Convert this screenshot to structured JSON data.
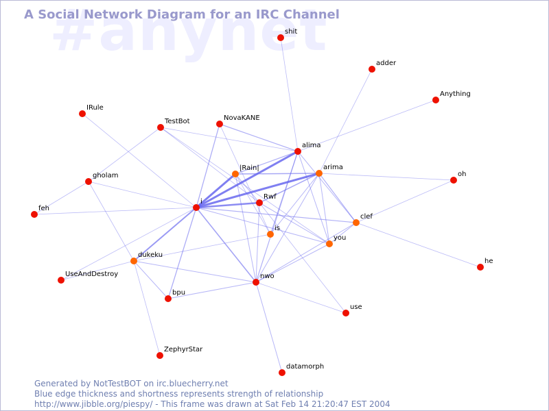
{
  "header": {
    "watermark": "#anynet",
    "title": "A Social Network Diagram for an IRC Channel"
  },
  "footer": {
    "line1": "Generated by NotTestBOT on irc.bluecherry.net",
    "line2": "Blue edge thickness and shortness represents strength of relationship",
    "line3": "http://www.jibble.org/piespy/ - This frame was drawn at Sat Feb 14 21:20:47 EST 2004"
  },
  "colors": {
    "edge": "#6666ee",
    "node_default": "#ee1100",
    "node_active": "#ff6600",
    "title": "#9999cc",
    "watermark": "#eeeeff",
    "footer_text": "#6f7fb0"
  },
  "graph": {
    "nodes": [
      {
        "id": "shit",
        "label": "shit",
        "active": false
      },
      {
        "id": "adder",
        "label": "adder",
        "active": false
      },
      {
        "id": "Anything",
        "label": "Anything",
        "active": false
      },
      {
        "id": "IRule",
        "label": "IRule",
        "active": false
      },
      {
        "id": "TestBot",
        "label": "TestBot",
        "active": false
      },
      {
        "id": "NovaKANE",
        "label": "NovaKANE",
        "active": false
      },
      {
        "id": "alima",
        "label": "alima",
        "active": false
      },
      {
        "id": "Rain",
        "label": "|Rain|",
        "active": true
      },
      {
        "id": "arima",
        "label": "arima",
        "active": true
      },
      {
        "id": "oh",
        "label": "oh",
        "active": false
      },
      {
        "id": "gholam",
        "label": "gholam",
        "active": false
      },
      {
        "id": "feh",
        "label": "feh",
        "active": false
      },
      {
        "id": "i",
        "label": "i",
        "active": false
      },
      {
        "id": "Rwf",
        "label": "Rwf",
        "active": false
      },
      {
        "id": "clef",
        "label": "clef",
        "active": true
      },
      {
        "id": "is",
        "label": "is",
        "active": true
      },
      {
        "id": "you",
        "label": "you",
        "active": true
      },
      {
        "id": "dukeku",
        "label": "dukeku",
        "active": true
      },
      {
        "id": "UseAndDestroy",
        "label": "UseAndDestroy",
        "active": false
      },
      {
        "id": "he",
        "label": "he",
        "active": false
      },
      {
        "id": "nwo",
        "label": "nwo",
        "active": false
      },
      {
        "id": "bpu",
        "label": "bpu",
        "active": false
      },
      {
        "id": "use",
        "label": "use",
        "active": false
      },
      {
        "id": "ZephyrStar",
        "label": "ZephyrStar",
        "active": false
      },
      {
        "id": "datamorph",
        "label": "datamorph",
        "active": false
      }
    ],
    "edges": [
      {
        "from": "i",
        "to": "alima",
        "weight": 3
      },
      {
        "from": "i",
        "to": "arima",
        "weight": 3
      },
      {
        "from": "i",
        "to": "Rain",
        "weight": 3
      },
      {
        "from": "i",
        "to": "Rwf",
        "weight": 2.5
      },
      {
        "from": "i",
        "to": "nwo",
        "weight": 1.6
      },
      {
        "from": "i",
        "to": "dukeku",
        "weight": 2
      },
      {
        "from": "i",
        "to": "bpu",
        "weight": 1.3
      },
      {
        "from": "i",
        "to": "clef",
        "weight": 1.2
      },
      {
        "from": "i",
        "to": "you",
        "weight": 1
      },
      {
        "from": "i",
        "to": "NovaKANE",
        "weight": 1.3
      },
      {
        "from": "i",
        "to": "IRule",
        "weight": 0.8
      },
      {
        "from": "i",
        "to": "feh",
        "weight": 0.8
      },
      {
        "from": "i",
        "to": "UseAndDestroy",
        "weight": 0.8
      },
      {
        "from": "i",
        "to": "gholam",
        "weight": 0.8
      },
      {
        "from": "alima",
        "to": "shit",
        "weight": 0.8
      },
      {
        "from": "alima",
        "to": "Rain",
        "weight": 1.2
      },
      {
        "from": "alima",
        "to": "NovaKANE",
        "weight": 1.2
      },
      {
        "from": "alima",
        "to": "TestBot",
        "weight": 0.8
      },
      {
        "from": "alima",
        "to": "nwo",
        "weight": 1.2
      },
      {
        "from": "alima",
        "to": "is",
        "weight": 1
      },
      {
        "from": "alima",
        "to": "you",
        "weight": 1
      },
      {
        "from": "alima",
        "to": "clef",
        "weight": 1
      },
      {
        "from": "arima",
        "to": "Rain",
        "weight": 1.5
      },
      {
        "from": "arima",
        "to": "Rwf",
        "weight": 1.5
      },
      {
        "from": "arima",
        "to": "is",
        "weight": 1
      },
      {
        "from": "arima",
        "to": "you",
        "weight": 1
      },
      {
        "from": "arima",
        "to": "clef",
        "weight": 1.2
      },
      {
        "from": "arima",
        "to": "adder",
        "weight": 0.8
      },
      {
        "from": "arima",
        "to": "nwo",
        "weight": 1
      },
      {
        "from": "arima",
        "to": "oh",
        "weight": 0.8
      },
      {
        "from": "alima",
        "to": "Anything",
        "weight": 0.8
      },
      {
        "from": "Rain",
        "to": "Rwf",
        "weight": 1
      },
      {
        "from": "Rain",
        "to": "nwo",
        "weight": 1
      },
      {
        "from": "Rain",
        "to": "is",
        "weight": 0.8
      },
      {
        "from": "Rwf",
        "to": "nwo",
        "weight": 1
      },
      {
        "from": "Rwf",
        "to": "you",
        "weight": 1
      },
      {
        "from": "Rwf",
        "to": "use",
        "weight": 0.8
      },
      {
        "from": "NovaKANE",
        "to": "is",
        "weight": 0.8
      },
      {
        "from": "TestBot",
        "to": "Rwf",
        "weight": 0.8
      },
      {
        "from": "TestBot",
        "to": "gholam",
        "weight": 0.8
      },
      {
        "from": "TestBot",
        "to": "you",
        "weight": 0.8
      },
      {
        "from": "clef",
        "to": "oh",
        "weight": 0.8
      },
      {
        "from": "clef",
        "to": "he",
        "weight": 0.8
      },
      {
        "from": "clef",
        "to": "you",
        "weight": 1
      },
      {
        "from": "clef",
        "to": "nwo",
        "weight": 1
      },
      {
        "from": "you",
        "to": "nwo",
        "weight": 1
      },
      {
        "from": "is",
        "to": "dukeku",
        "weight": 0.8
      },
      {
        "from": "nwo",
        "to": "bpu",
        "weight": 1
      },
      {
        "from": "nwo",
        "to": "use",
        "weight": 0.8
      },
      {
        "from": "nwo",
        "to": "datamorph",
        "weight": 1
      },
      {
        "from": "dukeku",
        "to": "gholam",
        "weight": 0.8
      },
      {
        "from": "dukeku",
        "to": "UseAndDestroy",
        "weight": 0.8
      },
      {
        "from": "dukeku",
        "to": "bpu",
        "weight": 1
      },
      {
        "from": "dukeku",
        "to": "ZephyrStar",
        "weight": 0.8
      },
      {
        "from": "dukeku",
        "to": "nwo",
        "weight": 1
      },
      {
        "from": "gholam",
        "to": "feh",
        "weight": 0.8
      }
    ]
  }
}
